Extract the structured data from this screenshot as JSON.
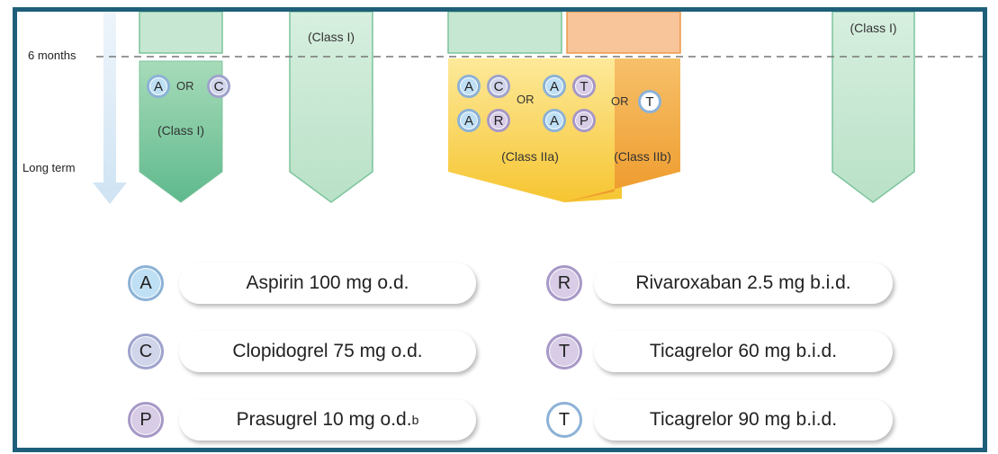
{
  "timeline": {
    "six_months": "6 months",
    "long_term": "Long term"
  },
  "columns": {
    "col2_top_class": "(Class I)",
    "col1_bottom_class": "(Class I)",
    "col3_class_iia": "(Class IIa)",
    "col3_class_iib": "(Class IIb)",
    "col4_top_class": "(Class I)",
    "or_label": "OR"
  },
  "badges": {
    "A": "A",
    "C": "C",
    "P": "P",
    "R": "R",
    "T": "T"
  },
  "legend": {
    "aspirin": "Aspirin 100 mg o.d.",
    "clopidogrel": "Clopidogrel 75 mg o.d.",
    "prasugrel": "Prasugrel 10 mg o.d.",
    "prasugrel_note": "b",
    "rivaroxaban": "Rivaroxaban 2.5 mg b.i.d.",
    "ticagrelor60": "Ticagrelor 60 mg b.i.d.",
    "ticagrelor90": "Ticagrelor 90 mg b.i.d."
  },
  "colors": {
    "green": "#6cc199",
    "light_green": "#c8e8d3",
    "yellow": "#f5c842",
    "orange": "#f0a23a",
    "frame": "#1f5f7a",
    "arrow": "#d6e8f5"
  }
}
